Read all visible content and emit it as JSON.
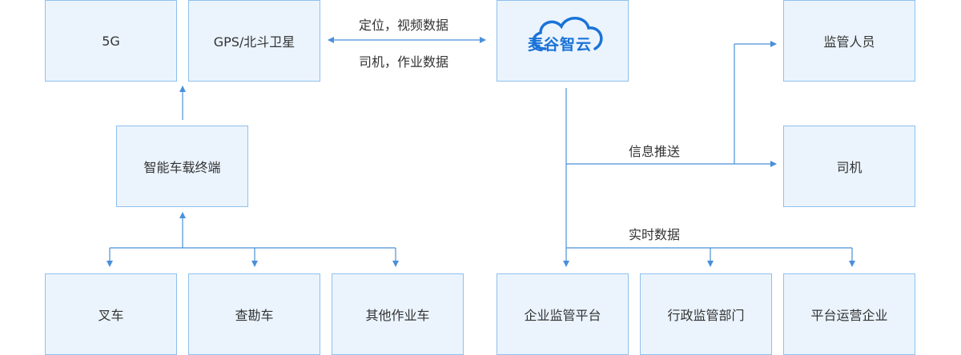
{
  "nodes": {
    "fiveg": "5G",
    "gps": "GPS/北斗卫星",
    "terminal": "智能车载终端",
    "forklift": "叉车",
    "survey": "查勘车",
    "other": "其他作业车",
    "cloud_logo": "麦谷智云",
    "supervisor": "监管人员",
    "driver": "司机",
    "enterprise": "企业监管平台",
    "admin": "行政监管部门",
    "operator": "平台运营企业"
  },
  "labels": {
    "top_upper": "定位，视频数据",
    "top_lower": "司机，作业数据",
    "push": "信息推送",
    "realtime": "实时数据"
  },
  "colors": {
    "box_fill": "#ebf4fd",
    "box_border": "#8fc0ee",
    "line": "#4a90d9",
    "logo": "#1a73d8",
    "text": "#333333"
  }
}
